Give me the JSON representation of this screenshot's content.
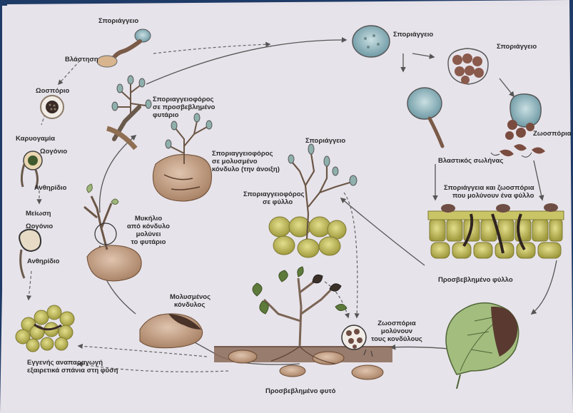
{
  "labels": {
    "sporangio_top": "Σποριάγγειο",
    "vlastisi": "Βλάστηση",
    "oosporio": "Ωοσπόριο",
    "karyogamia": "Καρυογαμία",
    "oogonio_1": "Ωογόνιο",
    "anthiridio_1": "Ανθηρίδιο",
    "meiosi": "Μείωση",
    "oogonio_2": "Ωογόνιο",
    "anthiridio_2": "Ανθηρίδιο",
    "syggenis_1": "Εγγενής αναπαραγωγή",
    "syggenis_2": "εξαιρετικά σπάνια στη φύση",
    "sporangiophoros_infected_1": "Σποριαγγειοφόρος",
    "sporangiophoros_infected_2": "σε προσβεβλημένο",
    "sporangiophoros_infected_3": "φυτάριο",
    "sporangiophoros_tuber_1": "Σποριαγγειοφόρος",
    "sporangiophoros_tuber_2": "σε μολυσμένο",
    "sporangiophoros_tuber_3": "κόνδυλο (την άνοιξη)",
    "mykilio_1": "Μυκήλιο",
    "mykilio_2": "από κόνδυλο",
    "mykilio_3": "μολύνει",
    "mykilio_4": "το φυτάριο",
    "molysmenos_1": "Μολυσμένος",
    "molysmenos_2": "κόνδυλος",
    "sporangio_mid": "Σποριάγγειο",
    "sporangiophoros_leaf_1": "Σποριαγγειοφόρος",
    "sporangiophoros_leaf_2": "σε φύλλο",
    "sporangio_right1": "Σποριάγγειο",
    "sporangio_right2": "Σποριάγγειο",
    "zoospores": "Ζωοσπόρια",
    "vlastikos": "Βλαστικός σωλήνας",
    "infect_leaf_1": "Σποριάγγεια και ζωοσπόρια",
    "infect_leaf_2": "που μολύνουν ένα φύλλο",
    "infected_leaf": "Προσβεβλημένο φύλλο",
    "zoo_tubers_1": "Ζωοσπόρια",
    "zoo_tubers_2": "μολύνουν",
    "zoo_tubers_3": "τους κονδύλους",
    "infected_plant": "Προσβεβλημένο φυτό"
  },
  "colors": {
    "paper": "#e6e2e9",
    "outer_blue": "#1e3a66",
    "arrow": "#555555",
    "dashed_arrow": "#666666",
    "tuber": "#c9a58a",
    "tuber_dark": "#6b4a32",
    "cell_yellow": "#c9c466",
    "cell_dark": "#8f8a34",
    "spore_blue": "#9fc0c8",
    "spore_brown": "#6e4d44",
    "soil": "#8a6a58",
    "leaf_green": "#9fb57a",
    "stem": "#a08670"
  }
}
